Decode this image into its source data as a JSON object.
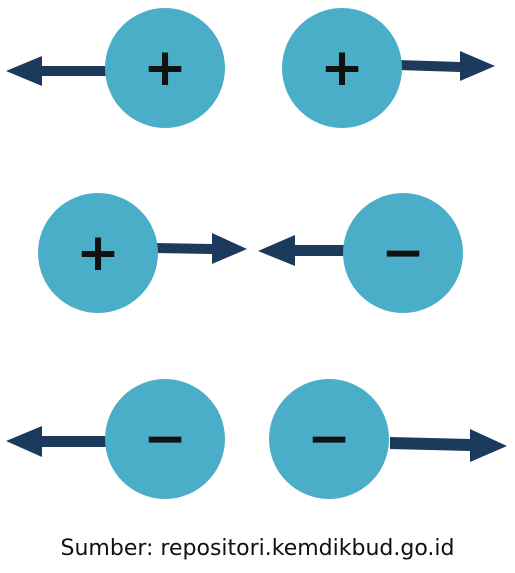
{
  "colors": {
    "charge_fill": "#4aaec8",
    "arrow": "#1b3a5c",
    "sign": "#111111",
    "background": "#ffffff"
  },
  "pairs": [
    {
      "left": {
        "sign": "+",
        "force_direction": "left"
      },
      "right": {
        "sign": "+",
        "force_direction": "right"
      }
    },
    {
      "left": {
        "sign": "+",
        "force_direction": "right"
      },
      "right": {
        "sign": "−",
        "force_direction": "left"
      }
    },
    {
      "left": {
        "sign": "−",
        "force_direction": "left"
      },
      "right": {
        "sign": "−",
        "force_direction": "right"
      }
    }
  ],
  "caption": "Sumber: repositori.kemdikbud.go.id"
}
